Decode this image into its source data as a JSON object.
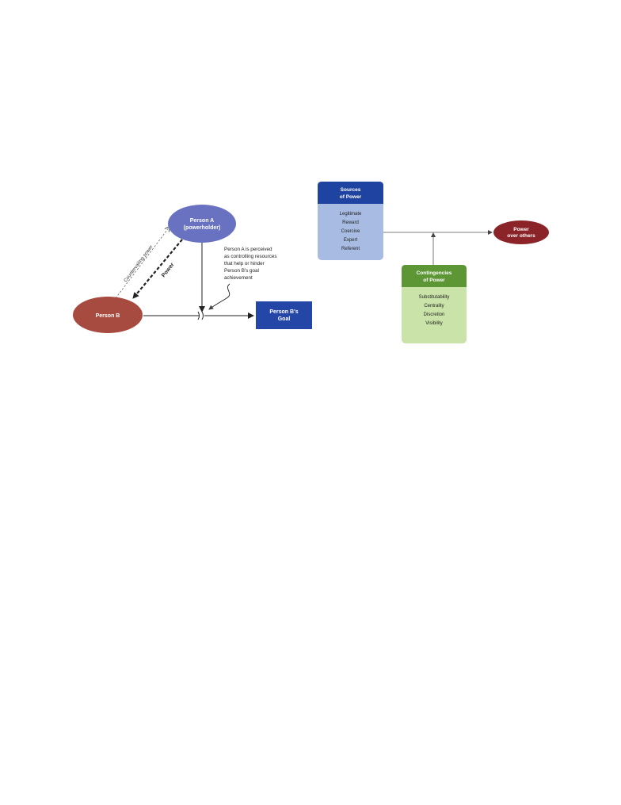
{
  "colors": {
    "person_a": "#6872c0",
    "person_b": "#a74a40",
    "goal": "#2446a6",
    "sources_header": "#1f43a0",
    "sources_body": "#a8bce3",
    "contingencies_header": "#5d9635",
    "contingencies_body": "#c9e3a8",
    "power_outcome": "#8b2428",
    "line": "#333333"
  },
  "left_diagram": {
    "person_a": {
      "line1": "Person A",
      "line2": "(powerholder)"
    },
    "person_b": {
      "label": "Person B"
    },
    "goal": {
      "line1": "Person B's",
      "line2": "Goal"
    },
    "power_label": "Power",
    "countervailing_label": "Countervailing power",
    "note": {
      "line1": "Person A is perceived",
      "line2": "as controlling resources",
      "line3": "that help or hinder",
      "line4": "Person B's goal",
      "line5": "achievement"
    }
  },
  "right_diagram": {
    "sources": {
      "title_line1": "Sources",
      "title_line2": "of Power",
      "items": [
        "Legitimate",
        "Reward",
        "Coercive",
        "Expert",
        "Referent"
      ]
    },
    "contingencies": {
      "title_line1": "Contingencies",
      "title_line2": "of Power",
      "items": [
        "Substitutability",
        "Centrality",
        "Discretion",
        "Visibility"
      ]
    },
    "outcome": {
      "line1": "Power",
      "line2": "over others"
    }
  }
}
